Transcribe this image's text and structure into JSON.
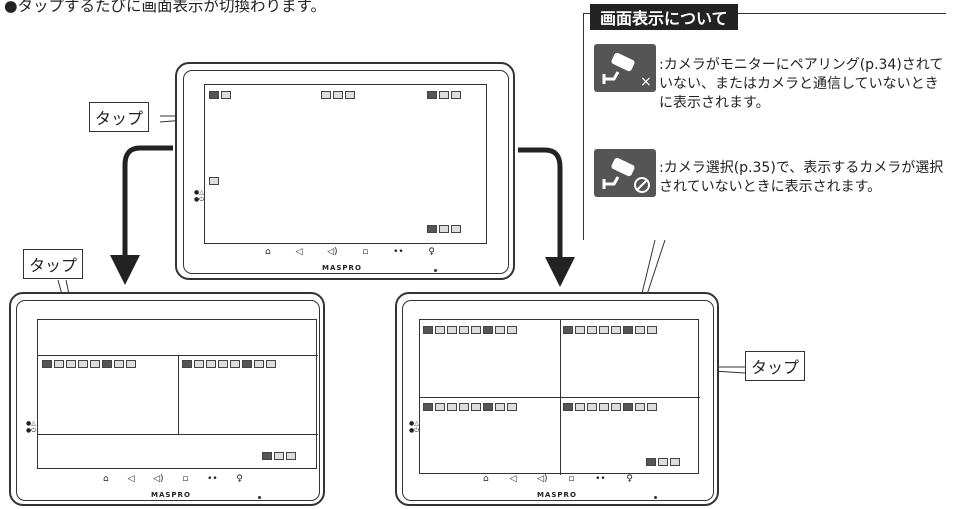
{
  "intro": "●タップするたびに画面表示が切換わります。",
  "tap_label": "タップ",
  "brand": "MASPRO",
  "info": {
    "title": "画面表示について",
    "items": [
      {
        "icon": "camera-not-paired-icon",
        "text": ":カメラがモニターにペアリング(p.34)されていない、またはカメラと通信していないときに表示されます。"
      },
      {
        "icon": "camera-not-selected-icon",
        "text": ":カメラ選択(p.35)で、表示するカメラが選択されていないときに表示されます。"
      }
    ]
  },
  "colors": {
    "stroke": "#333333",
    "icon_bg": "#555555"
  }
}
